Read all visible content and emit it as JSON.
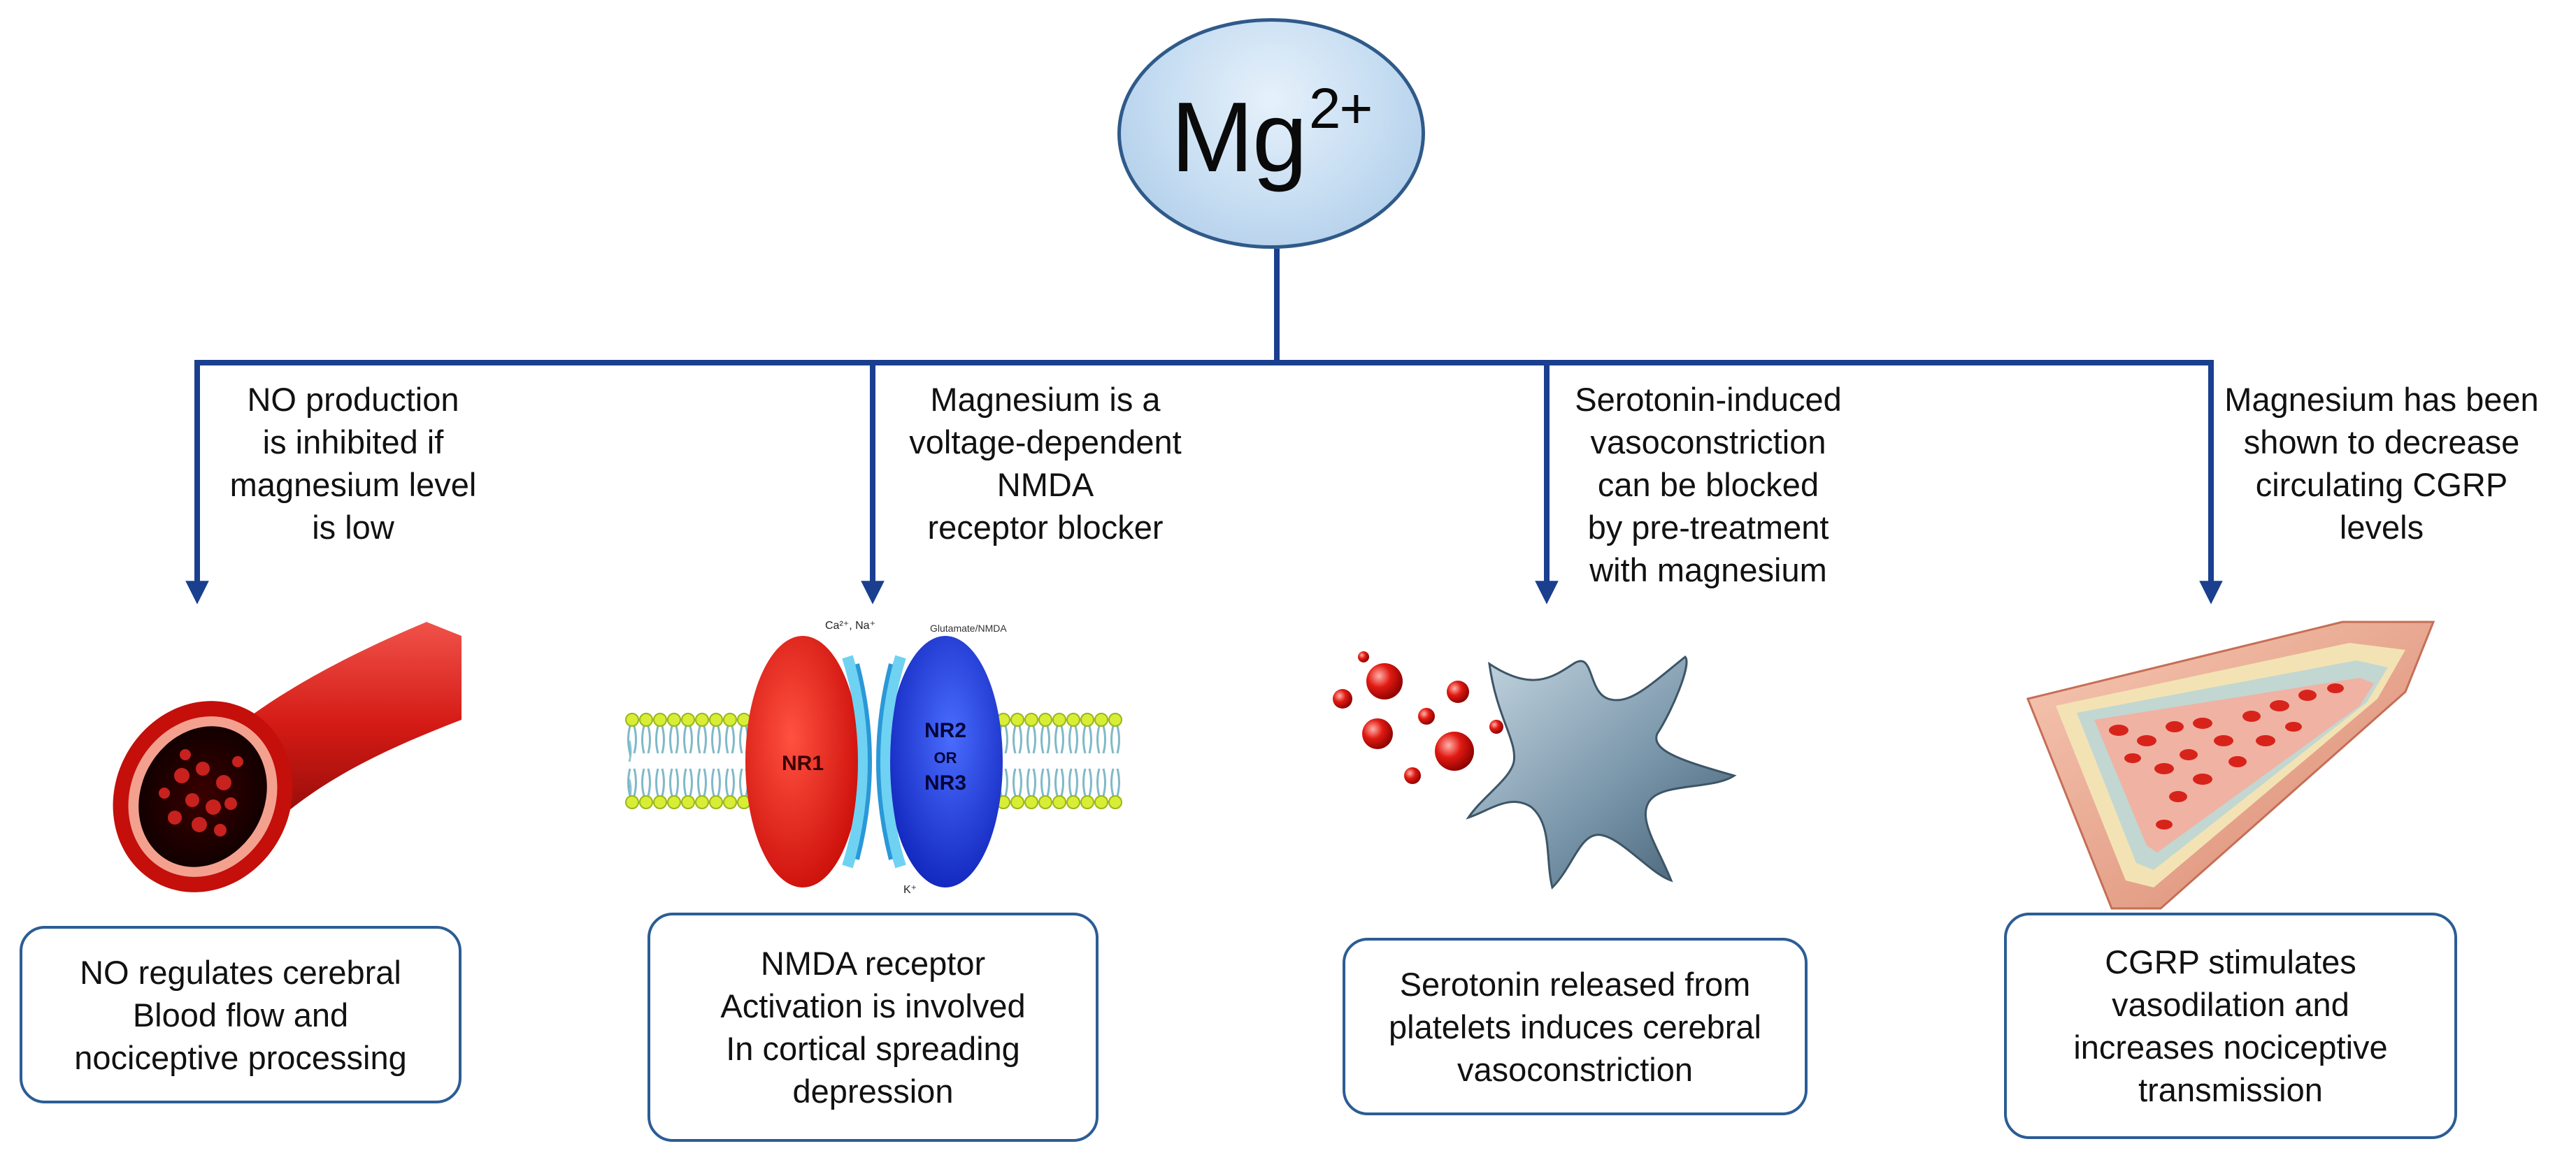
{
  "root": {
    "label": "Mg",
    "superscript": "2+"
  },
  "branches": [
    {
      "mechanism_lines": [
        "NO production",
        "is inhibited if",
        "magnesium level",
        "is low"
      ],
      "result_lines": [
        "NO regulates cerebral",
        "Blood flow and",
        "nociceptive processing"
      ],
      "illustration": "blood-vessel-cross-section"
    },
    {
      "mechanism_lines": [
        "Magnesium is a",
        "voltage-dependent",
        "NMDA",
        "receptor blocker"
      ],
      "result_lines": [
        "NMDA receptor",
        "Activation is involved",
        "In cortical spreading",
        "depression"
      ],
      "illustration": "nmda-receptor-membrane",
      "diagram_labels": {
        "ions_in": "Ca²⁺, Na⁺",
        "receptor_type": "Glutamate/NMDA",
        "subunit_left": "NR1",
        "subunit_right_top": "NR2",
        "subunit_right_mid": "OR",
        "subunit_right_bottom": "NR3",
        "ion_out": "K⁺"
      }
    },
    {
      "mechanism_lines": [
        "Serotonin-induced",
        "vasoconstriction",
        "can be blocked",
        "by pre-treatment",
        "with magnesium"
      ],
      "result_lines": [
        "Serotonin released from",
        "platelets induces cerebral",
        "vasoconstriction"
      ],
      "illustration": "activated-platelet"
    },
    {
      "mechanism_lines": [
        "Magnesium has been",
        "shown to decrease",
        "circulating CGRP",
        "levels"
      ],
      "result_lines": [
        "CGRP stimulates",
        "vasodilation and",
        "increases nociceptive",
        "transmission"
      ],
      "illustration": "artery-cutaway"
    }
  ],
  "colors": {
    "connector": "#1a3f8f",
    "root_fill": "#c4dcf1",
    "root_border": "#2f5a8a",
    "box_border": "#2b5d95",
    "vessel_red": "#d41a14",
    "nr1_red": "#e8140e",
    "nr2_blue": "#1030d8",
    "platelet_grey": "#6f8da3"
  }
}
